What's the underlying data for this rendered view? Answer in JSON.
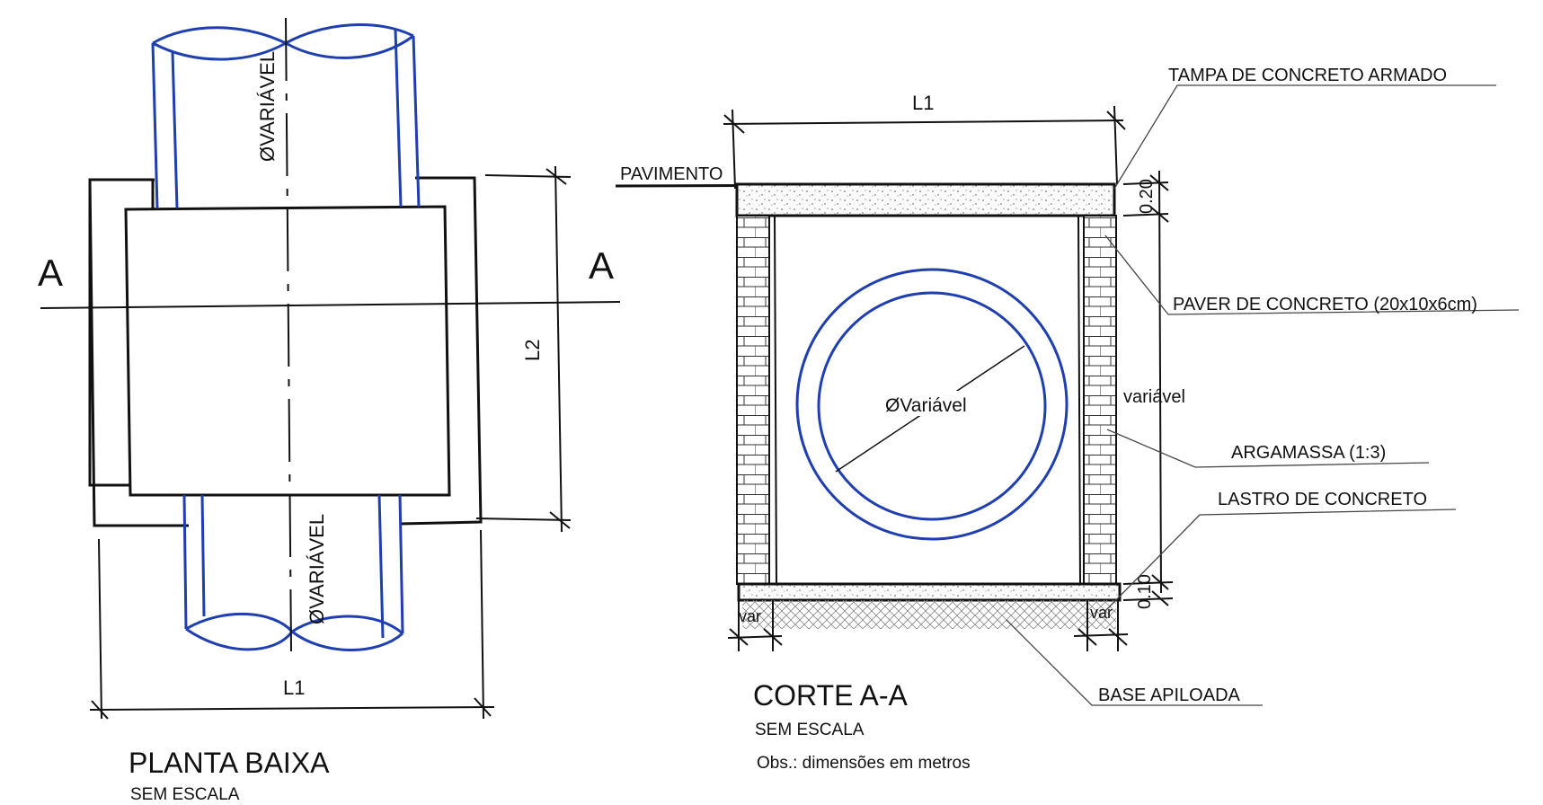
{
  "plan": {
    "pipe_label_top": "ØVARIÁVEL",
    "pipe_label_bottom": "ØVARIÁVEL",
    "section_marker_left": "A",
    "section_marker_right": "A",
    "dim_width": "L1",
    "dim_length": "L2",
    "title": "PLANTA BAIXA",
    "scale": "SEM ESCALA"
  },
  "section": {
    "dim_width": "L1",
    "pavement": "PAVIMENTO",
    "lid": "TAMPA DE CONCRETO ARMADO",
    "lid_thickness": "0.20",
    "paver": "PAVER DE CONCRETO (20x10x6cm)",
    "height": "variável",
    "pipe_diameter": "ØVariável",
    "mortar": "ARGAMASSA (1:3)",
    "slab": "LASTRO DE CONCRETO",
    "slab_thickness": "0.10",
    "var_left": "var",
    "var_right": "var",
    "base": "BASE APILOADA",
    "title": "CORTE A-A",
    "scale": "SEM ESCALA",
    "note": "Obs.: dimensões em metros"
  },
  "colors": {
    "line": "#111111",
    "pipe": "#1f3fb0",
    "hatch": "#777777"
  }
}
